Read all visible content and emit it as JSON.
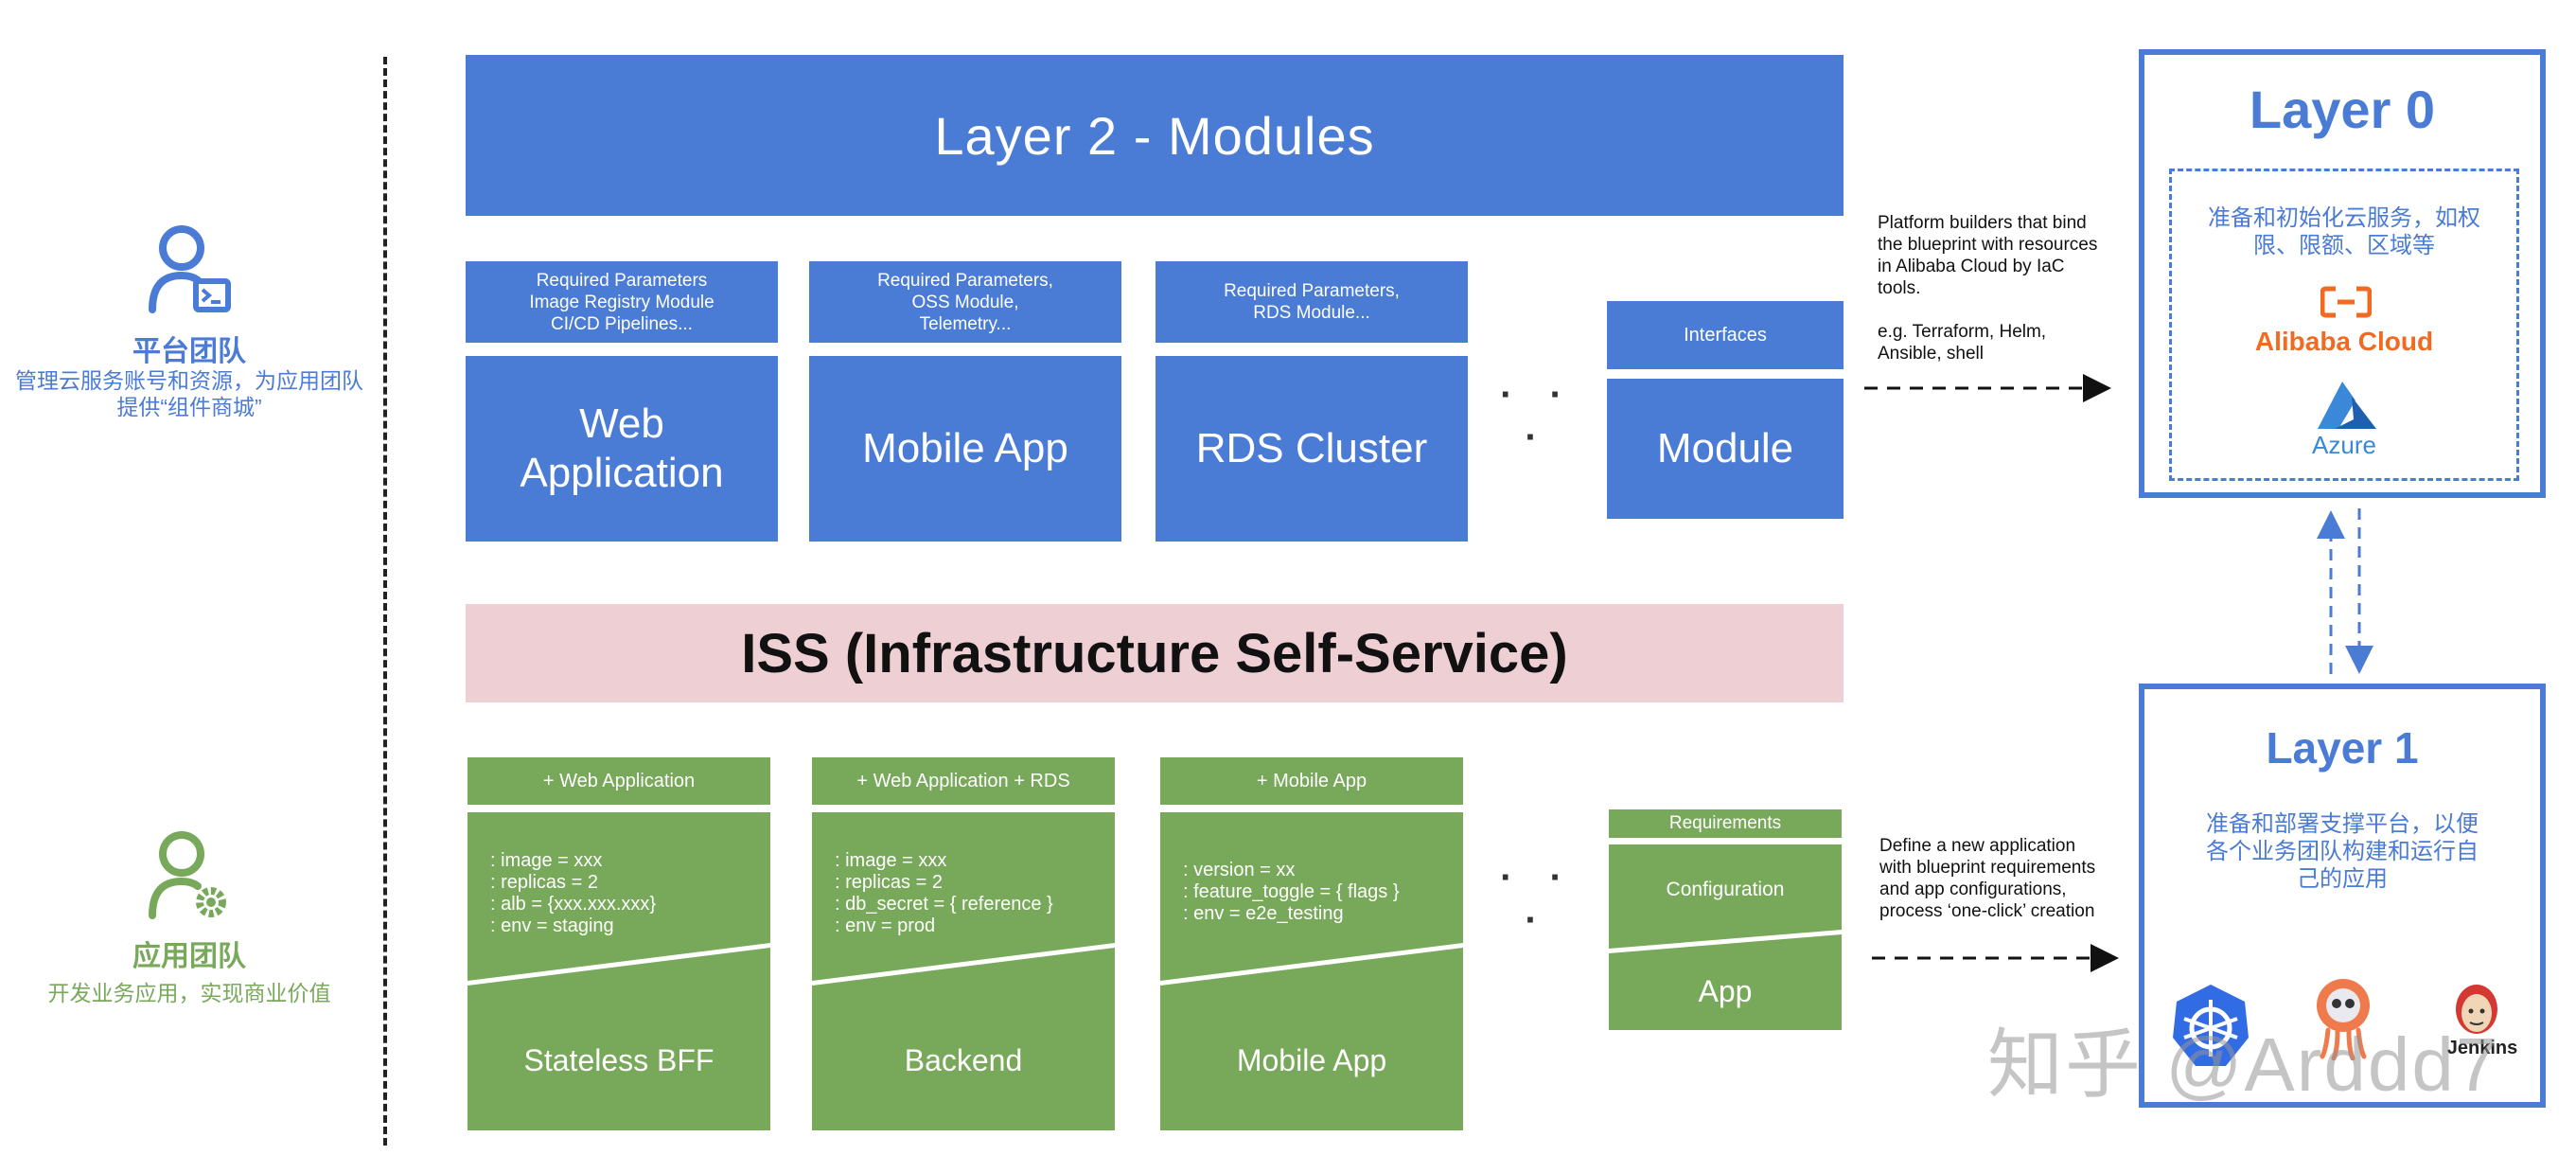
{
  "left": {
    "platform_team": {
      "title": "平台团队",
      "desc": "管理云服务账号和资源，为应用团队提供“组件商城”"
    },
    "app_team": {
      "title": "应用团队",
      "desc": "开发业务应用，实现商业价值"
    }
  },
  "layer2": {
    "title": "Layer 2 - Modules",
    "modules": [
      {
        "params": "Required Parameters\nImage Registry Module\nCI/CD Pipelines...",
        "name": "Web\nApplication"
      },
      {
        "params": "Required Parameters,\nOSS Module,\nTelemetry...",
        "name": "Mobile App"
      },
      {
        "params": "Required Parameters,\nRDS Module...",
        "name": "RDS Cluster"
      }
    ],
    "ellipsis": "· · ·",
    "generic": {
      "interfaces": "Interfaces",
      "name": "Module"
    }
  },
  "iss": {
    "title": "ISS (Infrastructure Self-Service)"
  },
  "apps": {
    "items": [
      {
        "header": "+ Web Application",
        "config": ": image = xxx\n: replicas = 2\n: alb = {xxx.xxx.xxx}\n: env = staging",
        "name": "Stateless BFF"
      },
      {
        "header": "+ Web Application + RDS",
        "config": ": image = xxx\n: replicas = 2\n: db_secret = { reference }\n: env = prod",
        "name": "Backend"
      },
      {
        "header": "+ Mobile App",
        "config": ": version = xx\n: feature_toggle = { flags }\n: env = e2e_testing",
        "name": "Mobile App"
      }
    ],
    "ellipsis": "· · ·",
    "generic": {
      "requirements": "Requirements",
      "configuration": "Configuration",
      "name": "App"
    }
  },
  "notes": {
    "platform": "Platform builders that bind\nthe blueprint with resources\nin Alibaba Cloud by IaC\ntools.\n\ne.g. Terraform, Helm,\nAnsible, shell",
    "app": "Define a new application\nwith blueprint requirements\nand app configurations,\nprocess ‘one-click’ creation"
  },
  "layer0": {
    "title": "Layer 0",
    "desc": "准备和初始化云服务，如权\n限、限额、区域等",
    "alibaba_logo": "Alibaba Cloud",
    "azure_logo": "Azure"
  },
  "layer1": {
    "title": "Layer 1",
    "desc": "准备和部署支撑平台，以便\n各个业务团队构建和运行自\n己的应用",
    "jenkins_logo": "Jenkins"
  },
  "watermark": "知乎 @Arddd7",
  "colors": {
    "module_blue": "#4a7bd5",
    "app_green": "#78a85a",
    "iss_pink": "#eecfd3"
  }
}
